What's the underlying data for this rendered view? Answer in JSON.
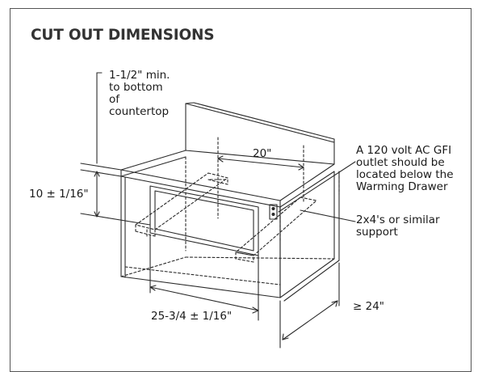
{
  "title": "CUT OUT DIMENSIONS",
  "labels": {
    "clearance_line1": "1-1/2\" min.",
    "clearance_line2": "to bottom",
    "clearance_line3": "of",
    "clearance_line4": "countertop",
    "width_inner": "20\"",
    "outlet_line1": "A 120 volt AC GFI",
    "outlet_line2": "outlet should be",
    "outlet_line3": "located below the",
    "outlet_line4": "Warming Drawer",
    "height_dim": "10 ± 1/16\"",
    "support_line1": "2x4's or similar",
    "support_line2": "support",
    "cutout_width": "25-3/4 ± 1/16\"",
    "depth_dim": "≥ 24\""
  },
  "colors": {
    "line": "#2a2a2a",
    "text": "#1a1a1a",
    "title": "#333333",
    "border": "#555555"
  }
}
